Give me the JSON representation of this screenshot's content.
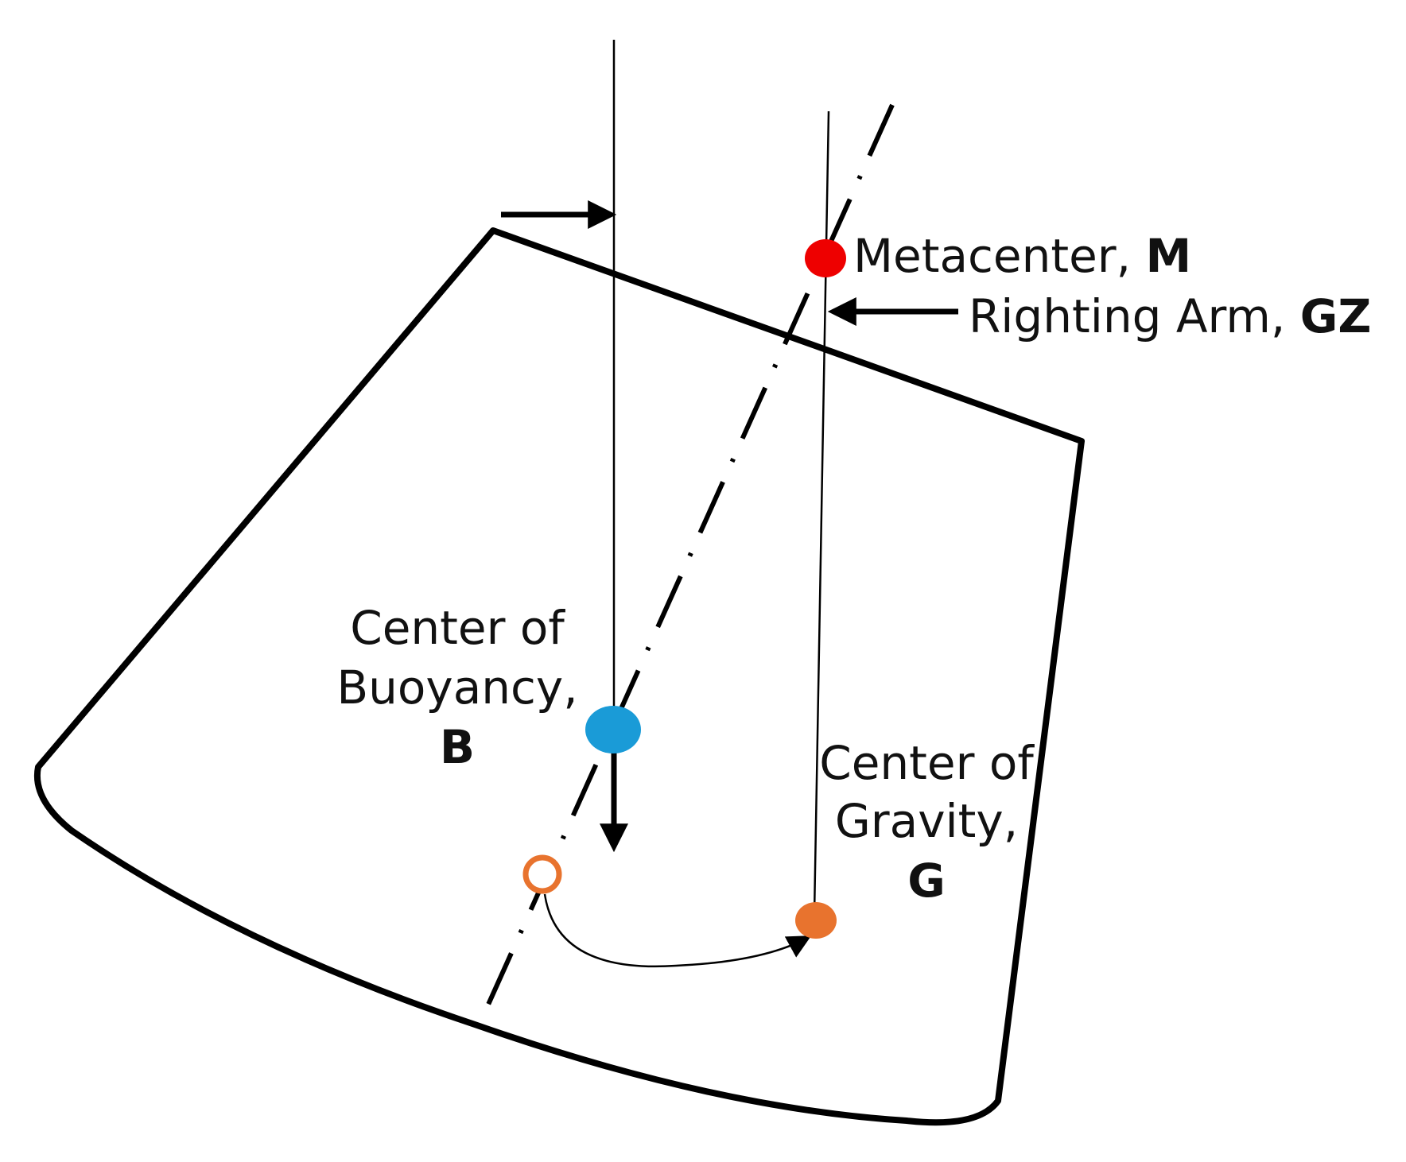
{
  "labels": {
    "metacenter": {
      "text": "Metacenter, ",
      "symbol": "M"
    },
    "righting_arm": {
      "text": "Righting Arm, ",
      "symbol": "GZ"
    },
    "buoyancy_line1": "Center of",
    "buoyancy_line2": "Buoyancy,",
    "buoyancy_symbol": "B",
    "gravity_line1": "Center of",
    "gravity_line2": "Gravity,",
    "gravity_symbol": "G"
  },
  "colors": {
    "metacenter": "#ee0000",
    "buoyancy": "#1a9bd7",
    "gravity": "#e8732e",
    "gravity_original_outline": "#e8732e",
    "lines": "#000000",
    "background": "#ffffff"
  }
}
